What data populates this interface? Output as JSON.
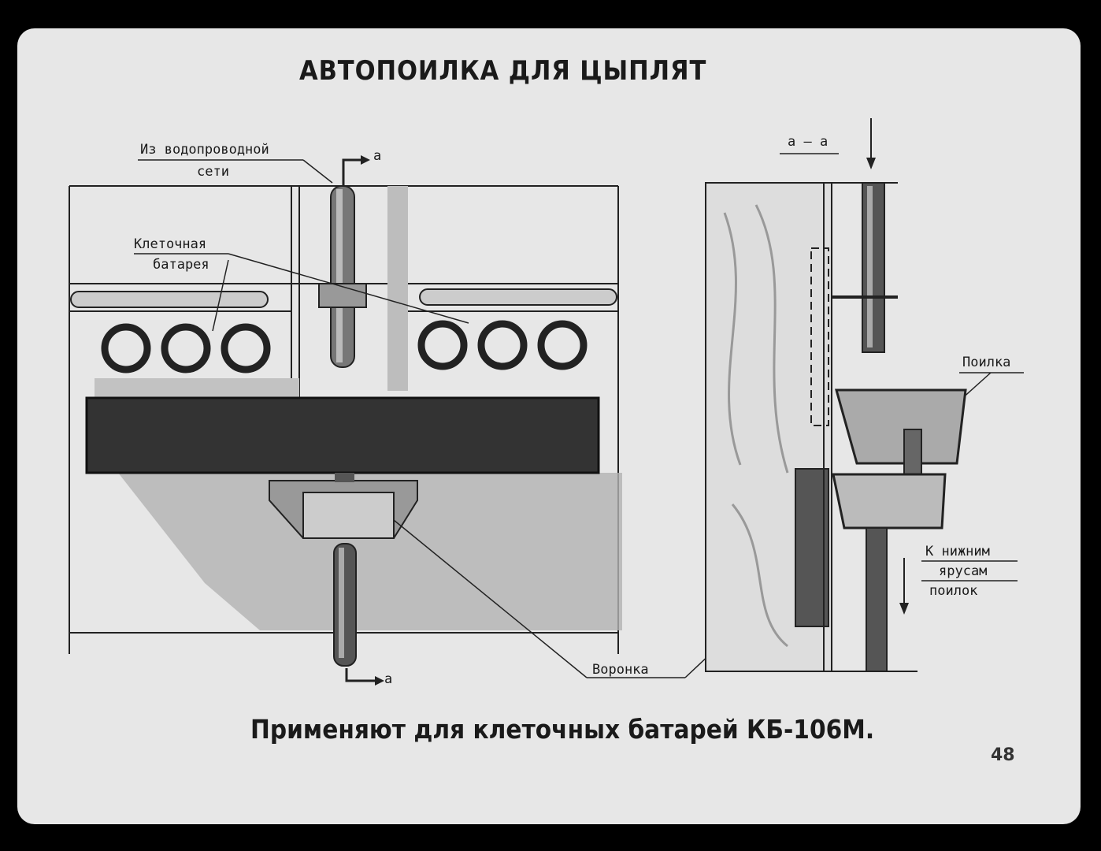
{
  "title": "АВТОПОИЛКА ДЛЯ ЦЫПЛЯТ",
  "caption": "Применяют для клеточных батарей КБ-106М.",
  "page_number": "48",
  "labels": {
    "water_supply_line1": "Из водопроводной",
    "water_supply_line2": "сети",
    "section_mark_top": "а",
    "section_mark_bottom": "а",
    "cage_battery_line1": "Клеточная",
    "cage_battery_line2": "батарея",
    "funnel": "Воронка",
    "section_title": "а – а",
    "drinker": "Поилка",
    "lower_tiers_line1": "К нижним",
    "lower_tiers_line2": "ярусам",
    "lower_tiers_line3": "поилок"
  }
}
